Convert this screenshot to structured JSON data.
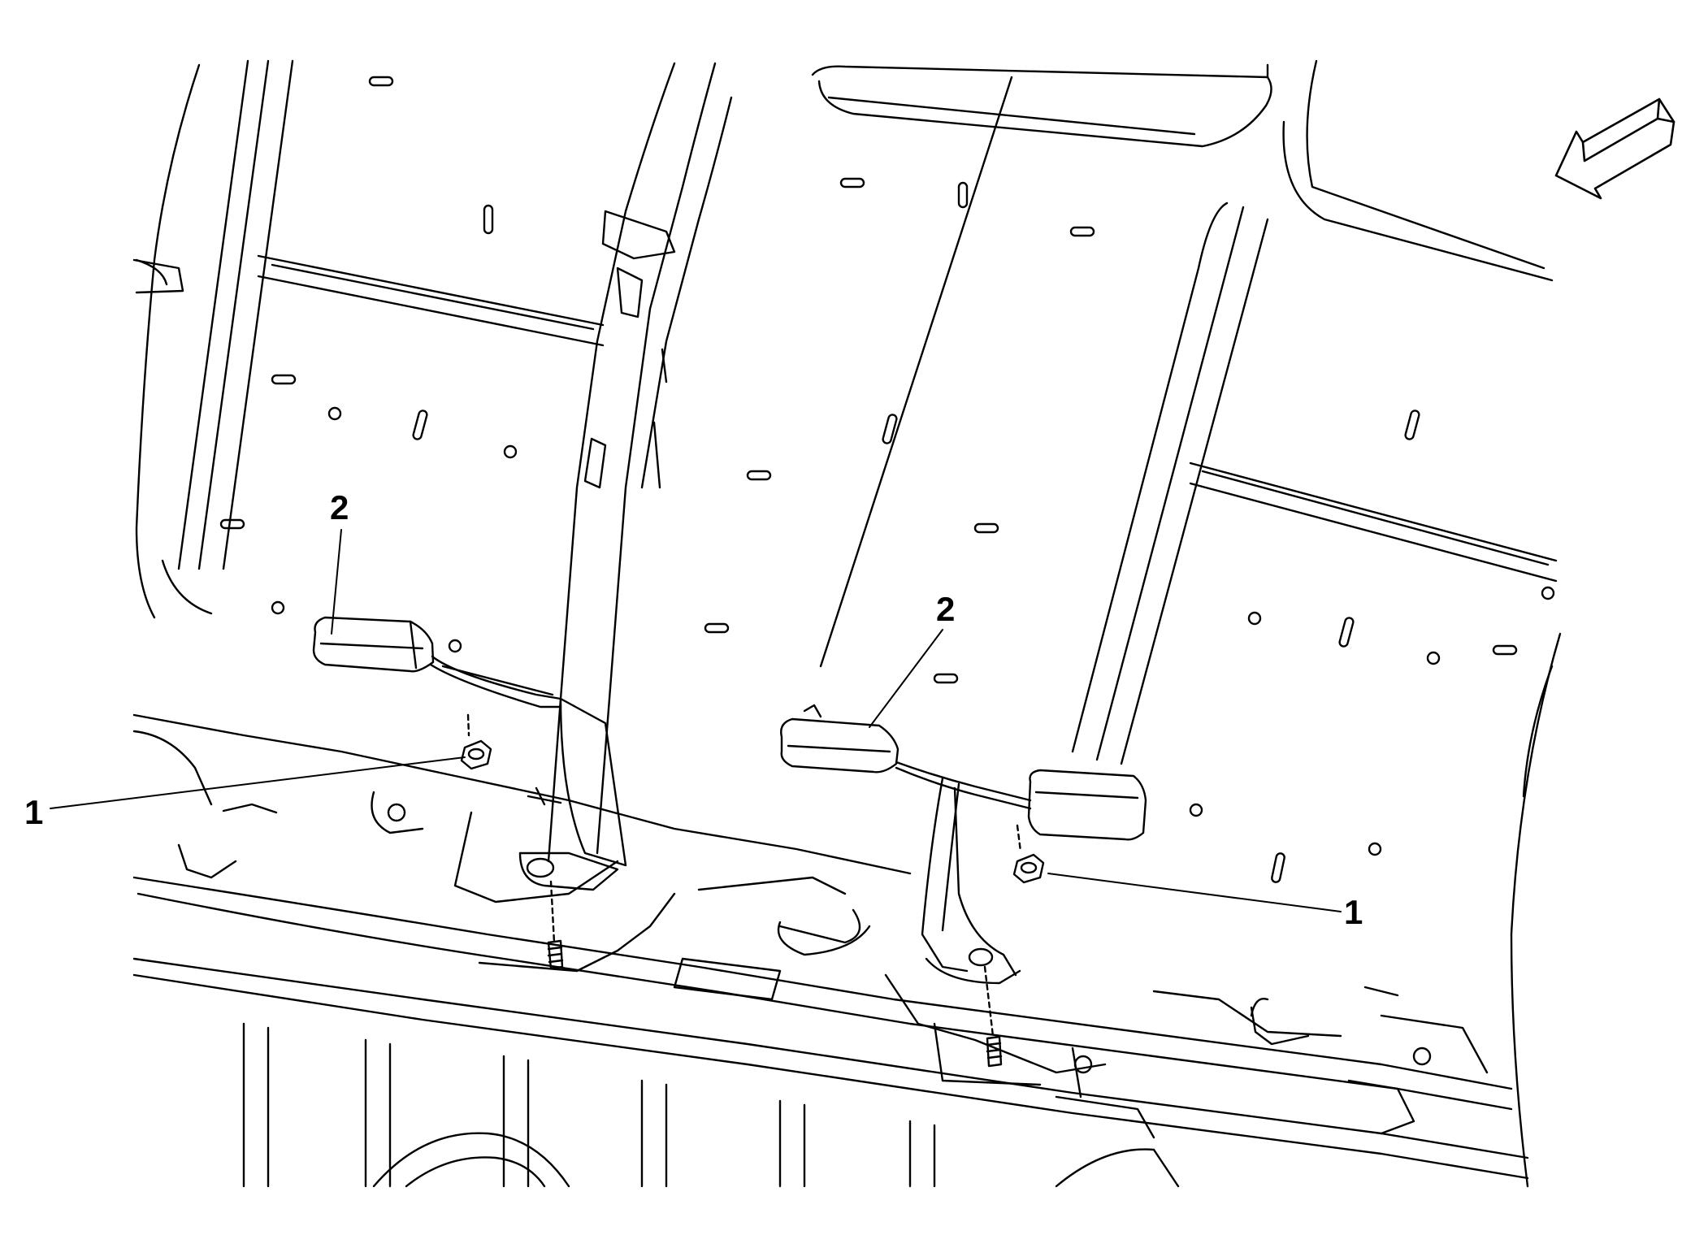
{
  "callouts": {
    "nut_left": "1",
    "nut_right": "1",
    "buckle_left": "2",
    "buckle_right": "2"
  },
  "icons": {
    "direction_arrow": "front-arrow-icon"
  },
  "colors": {
    "line": "#000000",
    "background": "#ffffff"
  }
}
